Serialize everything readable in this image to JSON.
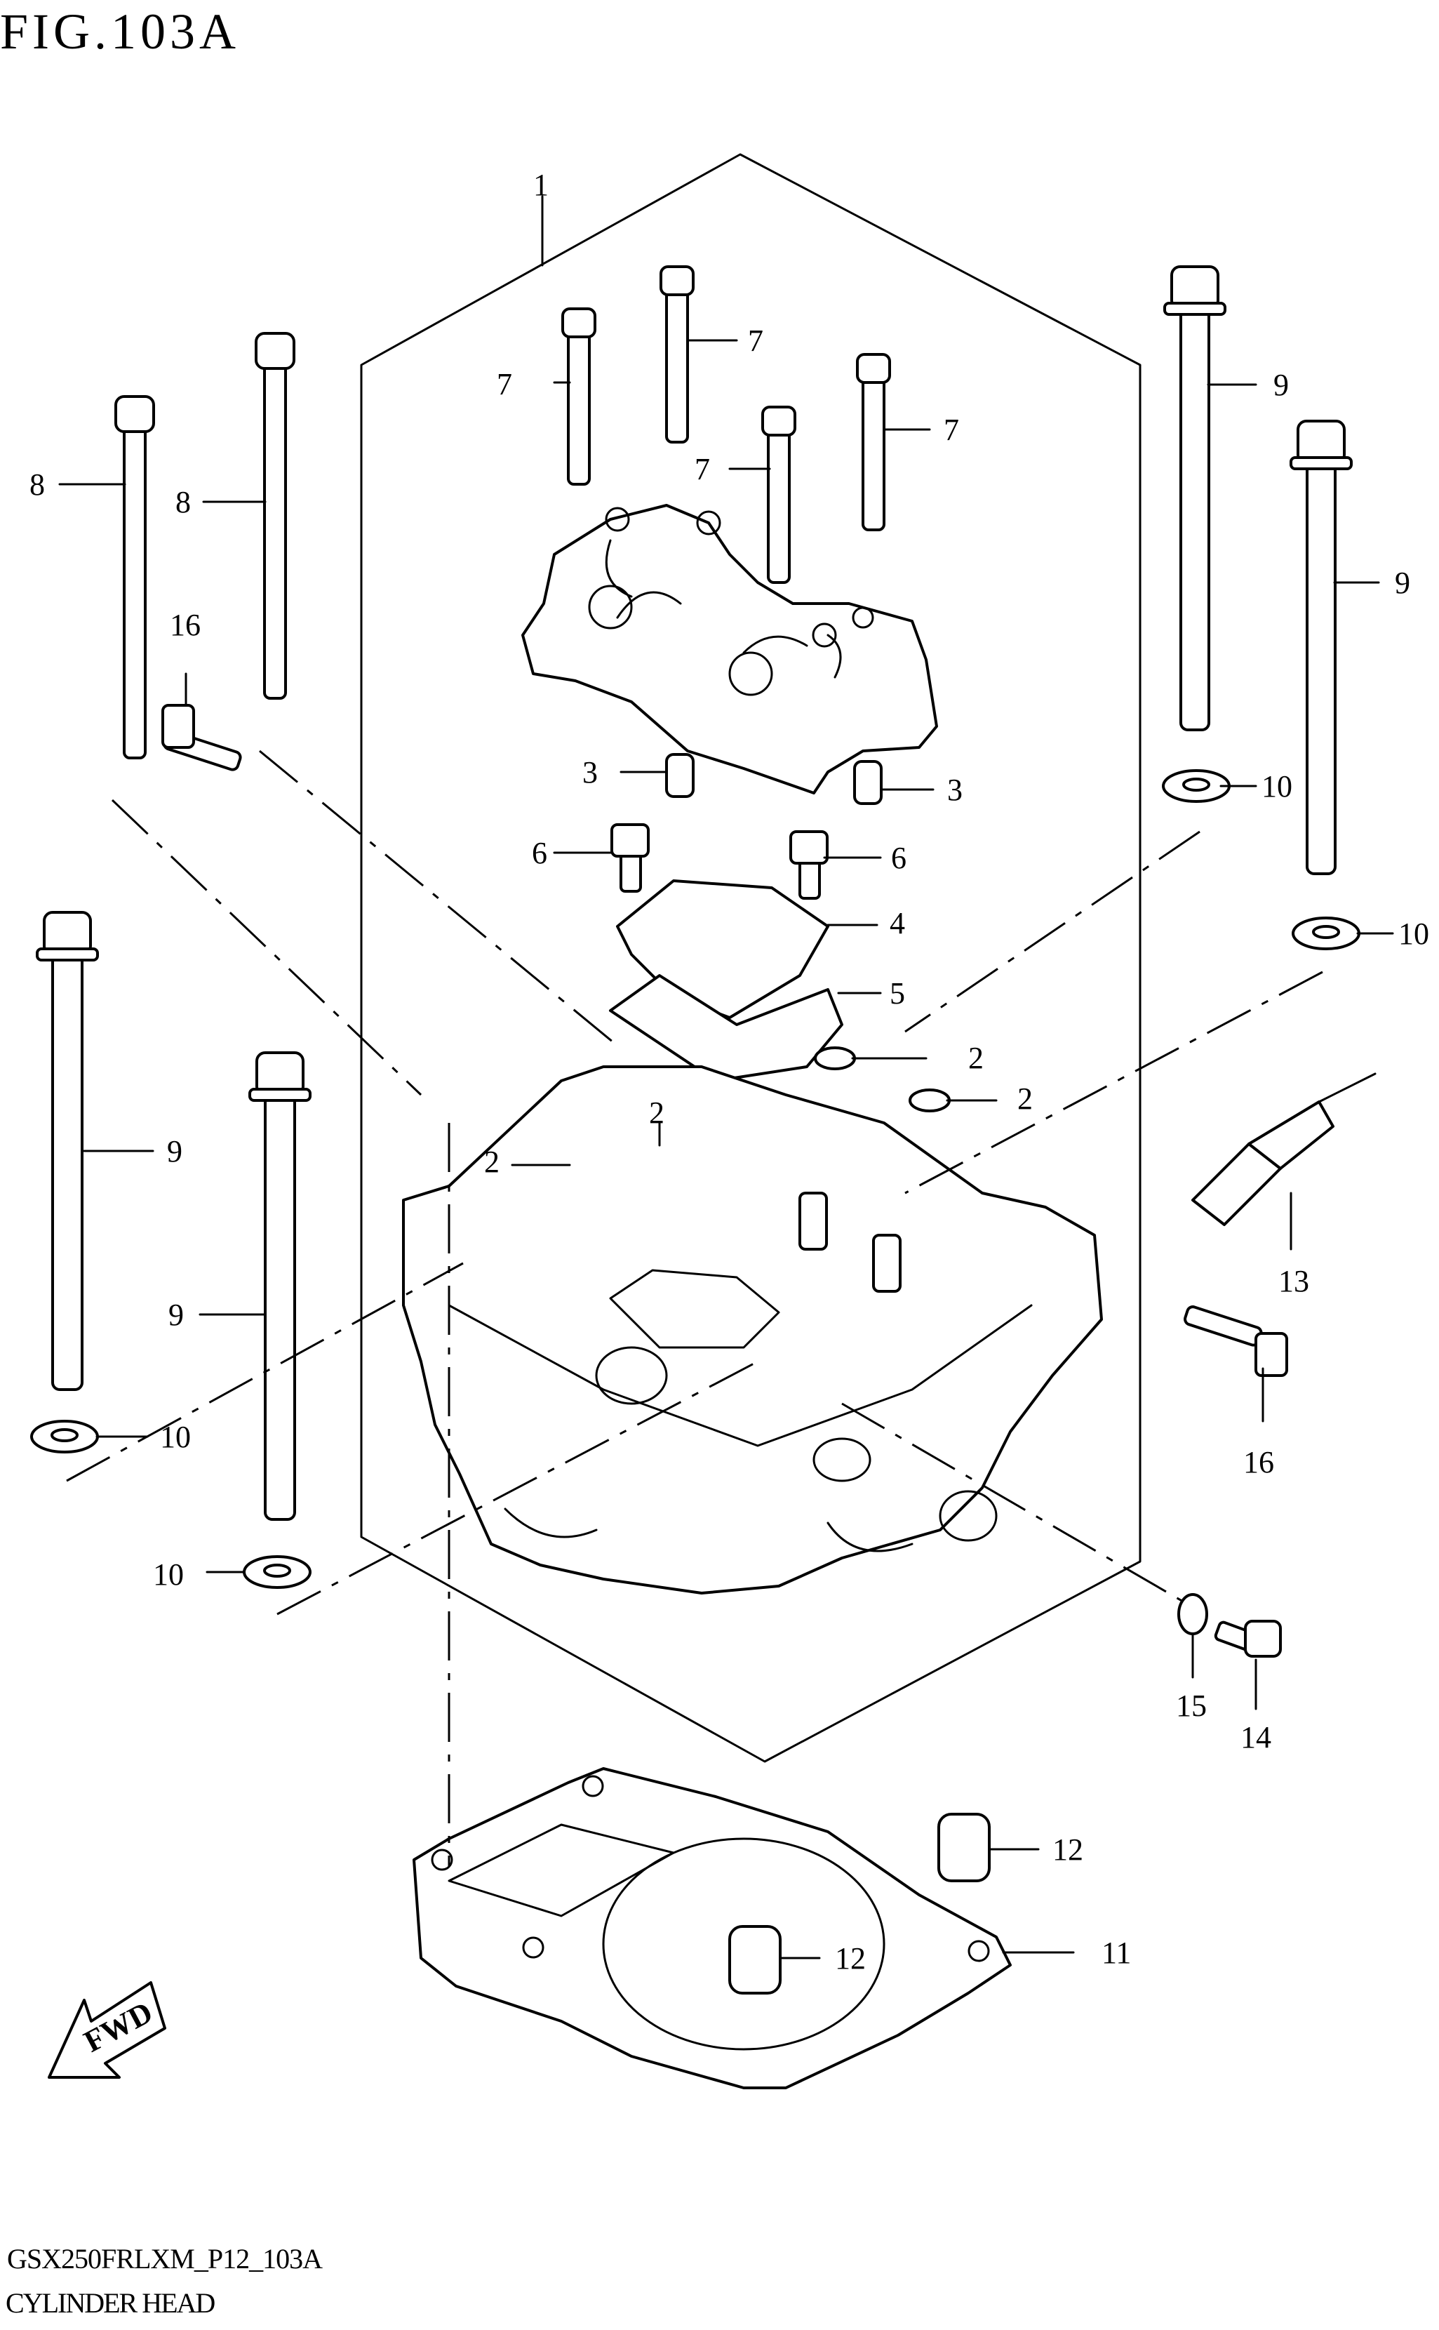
{
  "figure": {
    "title": "FIG.103A",
    "code": "GSX250FRLXM_P12_103A",
    "name": "CYLINDER HEAD"
  },
  "callouts": [
    "1",
    "2",
    "2",
    "2",
    "2",
    "3",
    "3",
    "4",
    "5",
    "6",
    "6",
    "7",
    "7",
    "7",
    "7",
    "8",
    "8",
    "9",
    "9",
    "9",
    "9",
    "10",
    "10",
    "10",
    "10",
    "11",
    "12",
    "12",
    "13",
    "14",
    "15",
    "16",
    "16"
  ],
  "fwd_label": "FWD"
}
